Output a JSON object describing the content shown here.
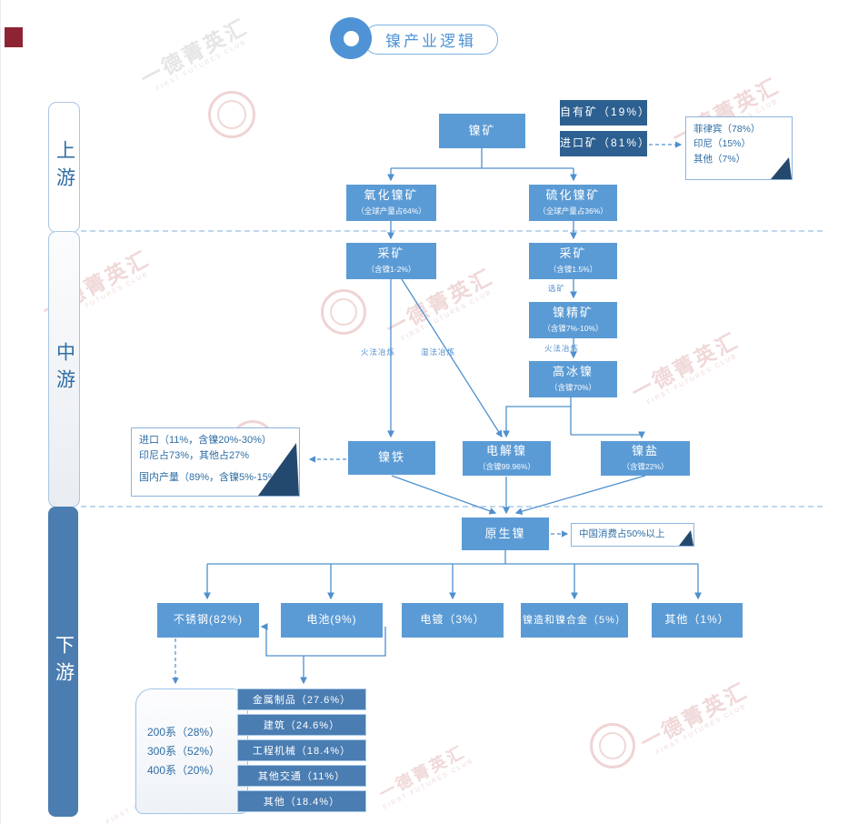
{
  "title": "镍产业逻辑",
  "rails": {
    "upstream": "上游",
    "midstream": "中游",
    "downstream": "下游"
  },
  "nodes": {
    "nickel_ore": {
      "label": "镍矿"
    },
    "own_mine": {
      "label": "自有矿（19%）"
    },
    "import_mine": {
      "label": "进口矿（81%）"
    },
    "oxide_ore": {
      "label": "氧化镍矿",
      "sub": "（全球产量占64%）"
    },
    "sulfide_ore": {
      "label": "硫化镍矿",
      "sub": "（全球产量占36%）"
    },
    "mining_oxide": {
      "label": "采矿",
      "sub": "（含镍1-2%）"
    },
    "mining_sulfide": {
      "label": "采矿",
      "sub": "（含镍1.5%）"
    },
    "concentrate": {
      "label": "镍精矿",
      "sub": "（含镍7%-10%）"
    },
    "high_matte": {
      "label": "高冰镍",
      "sub": "（含镍70%）"
    },
    "ferronickel": {
      "label": "镍铁"
    },
    "electrolytic": {
      "label": "电解镍",
      "sub": "（含镍99.96%）"
    },
    "nickel_salt": {
      "label": "镍盐",
      "sub": "（含镍22%）"
    },
    "primary_nickel": {
      "label": "原生镍"
    },
    "stainless": {
      "label": "不锈钢(82%)"
    },
    "battery": {
      "label": "电池(9%)"
    },
    "plating": {
      "label": "电镀（3%）"
    },
    "casting_alloy": {
      "label": "镍造和镍合金（5%）"
    },
    "other_use": {
      "label": "其他（1%）"
    }
  },
  "edge_labels": {
    "dressing": "选矿",
    "pyro_right": "火法冶炼",
    "pyro_left": "火法冶炼",
    "hydro": "湿法冶炼"
  },
  "notes": {
    "import_source": {
      "lines": [
        "菲律宾（78%）",
        "印尼（15%）",
        "其他（7%）"
      ]
    },
    "ferronickel_note": {
      "lines": [
        "进口（11%，含镍20%-30%）",
        "印尼占73%，其他占27%",
        "国内产量（89%，含镍5%-15%）"
      ]
    },
    "china_consumption": "中国消费占50%以上"
  },
  "stainless_series": [
    "200系（28%）",
    "300系（52%）",
    "400系（20%）"
  ],
  "applications": [
    "金属制品（27.6%）",
    "建筑（24.6%）",
    "工程机械（18.4%）",
    "其他交通（11%）",
    "其他（18.4%）"
  ],
  "watermark": {
    "cn": "一德菁英汇",
    "en": "FIRST FUTURES CLUB"
  },
  "colors": {
    "node_blue": "#5b9bd5",
    "dark_blue": "#2d6090",
    "rail_blue": "#4b7db0",
    "accent": "#2e6da4",
    "fold": "#24496e"
  }
}
